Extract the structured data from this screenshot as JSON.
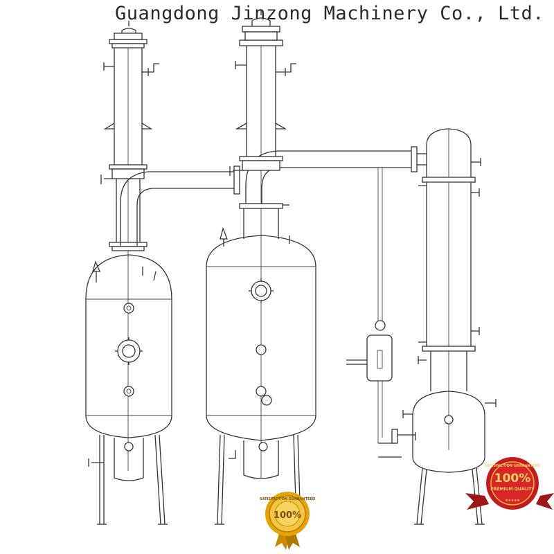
{
  "watermark": {
    "text": "Guangdong Jinzong Machinery Co., Ltd."
  },
  "badges": {
    "gold_seal": {
      "main": "100%",
      "ring": "SATISFACTION GUARANTEED",
      "color": "#e5a400"
    },
    "red_seal": {
      "main": "100%",
      "sub": "PREMIUM QUALITY",
      "ring": "SATISFACTION GUARANTEED",
      "color": "#c41c1c"
    }
  },
  "icons": [
    "gold-guarantee-seal-icon",
    "red-premium-quality-seal-icon"
  ]
}
